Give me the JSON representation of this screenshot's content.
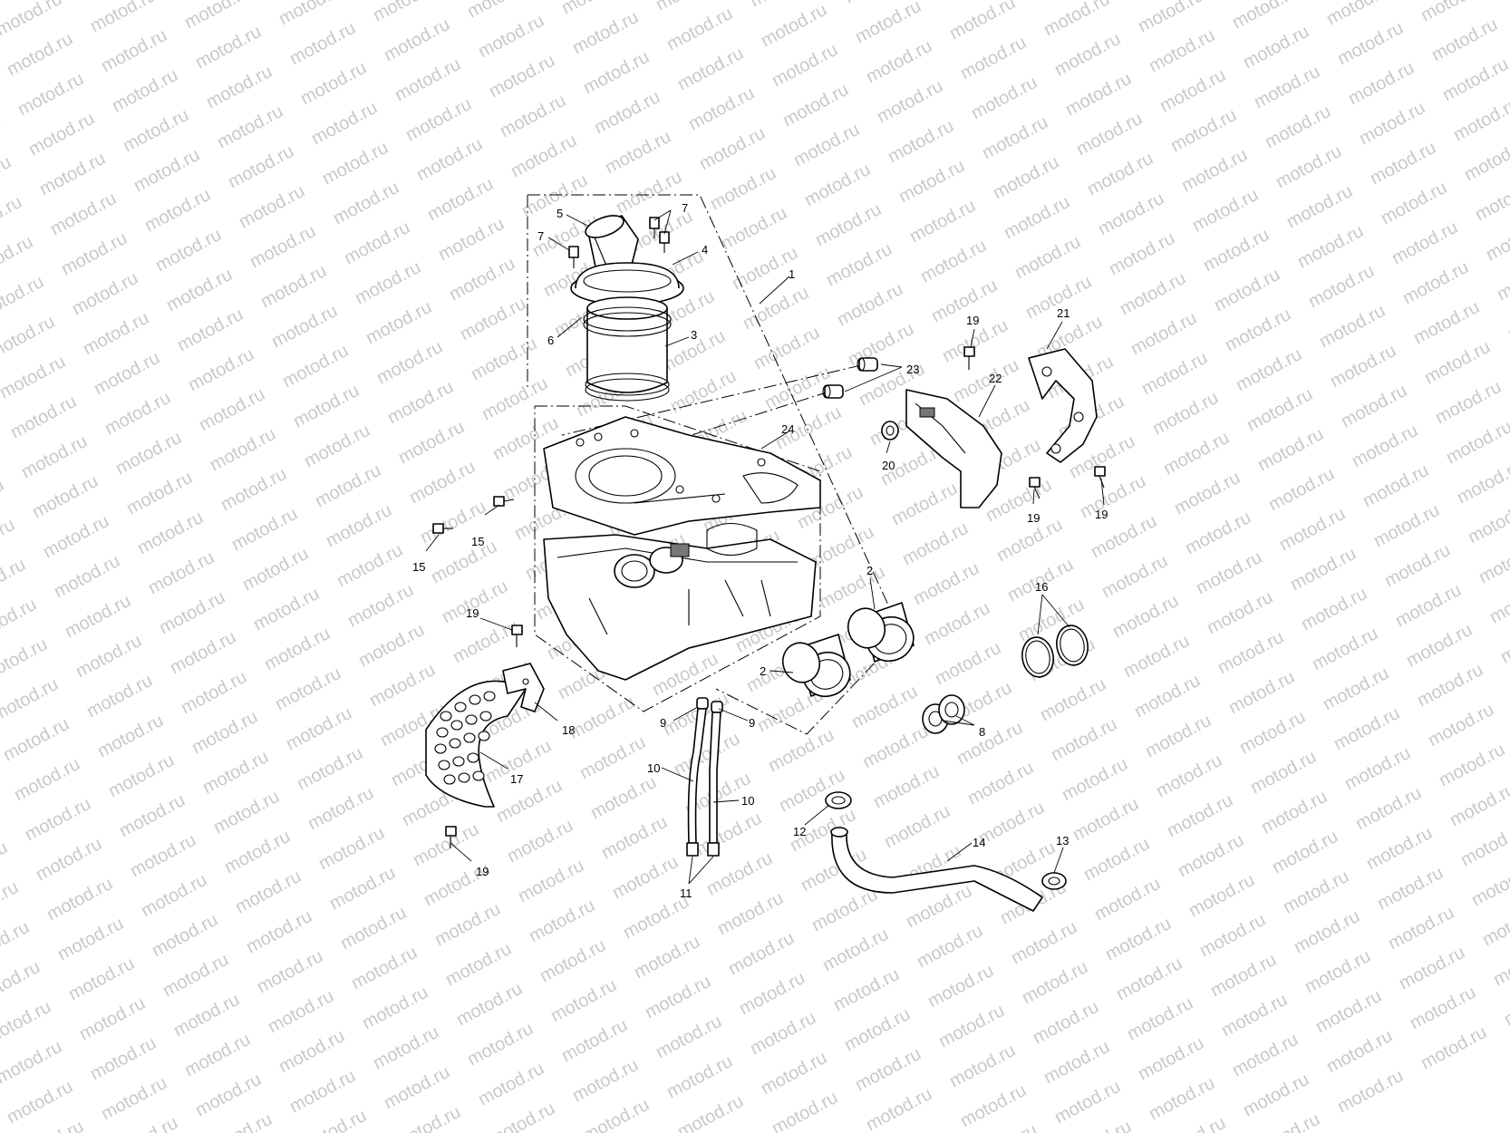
{
  "watermark": {
    "text": "motod.ru"
  },
  "diagram": {
    "callouts": [
      {
        "id": "c1",
        "text": "1"
      },
      {
        "id": "c2a",
        "text": "2"
      },
      {
        "id": "c2b",
        "text": "2"
      },
      {
        "id": "c3",
        "text": "3"
      },
      {
        "id": "c4",
        "text": "4"
      },
      {
        "id": "c5",
        "text": "5"
      },
      {
        "id": "c6",
        "text": "6"
      },
      {
        "id": "c7a",
        "text": "7"
      },
      {
        "id": "c7b",
        "text": "7"
      },
      {
        "id": "c8",
        "text": "8"
      },
      {
        "id": "c9a",
        "text": "9"
      },
      {
        "id": "c9b",
        "text": "9"
      },
      {
        "id": "c10a",
        "text": "10"
      },
      {
        "id": "c10b",
        "text": "10"
      },
      {
        "id": "c11",
        "text": "11"
      },
      {
        "id": "c12",
        "text": "12"
      },
      {
        "id": "c13",
        "text": "13"
      },
      {
        "id": "c14",
        "text": "14"
      },
      {
        "id": "c15a",
        "text": "15"
      },
      {
        "id": "c15b",
        "text": "15"
      },
      {
        "id": "c16",
        "text": "16"
      },
      {
        "id": "c17",
        "text": "17"
      },
      {
        "id": "c18",
        "text": "18"
      },
      {
        "id": "c19a",
        "text": "19"
      },
      {
        "id": "c19b",
        "text": "19"
      },
      {
        "id": "c19c",
        "text": "19"
      },
      {
        "id": "c19d",
        "text": "19"
      },
      {
        "id": "c19e",
        "text": "19"
      },
      {
        "id": "c20",
        "text": "20"
      },
      {
        "id": "c21",
        "text": "21"
      },
      {
        "id": "c22",
        "text": "22"
      },
      {
        "id": "c23",
        "text": "23"
      },
      {
        "id": "c24",
        "text": "24"
      }
    ]
  }
}
